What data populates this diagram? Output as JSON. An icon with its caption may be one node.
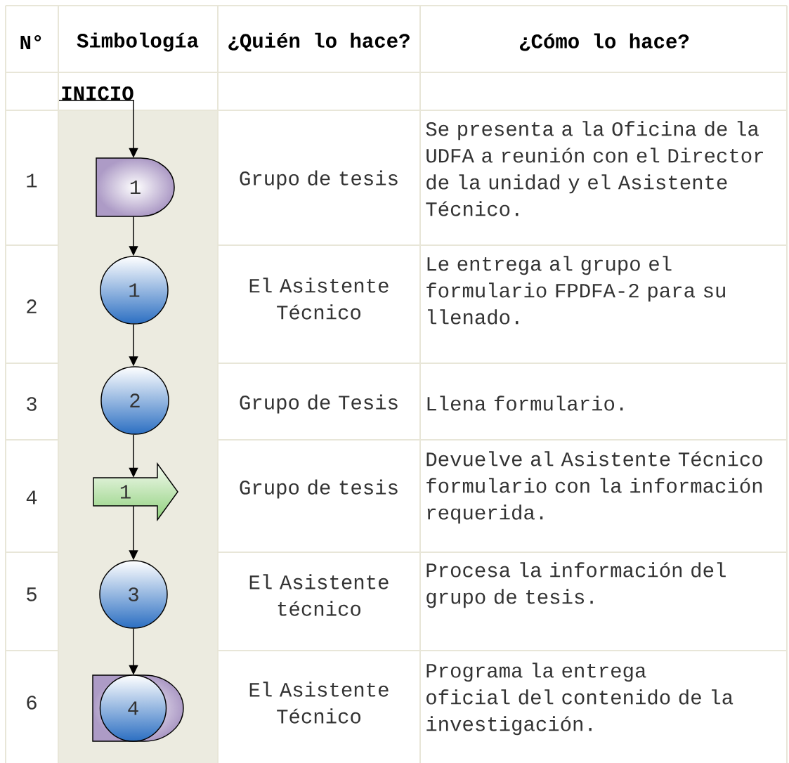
{
  "diagram": {
    "nodes": [
      {
        "text": [
          "INICIO"
        ]
      },
      {
        "text": [
          "1"
        ]
      },
      {
        "text": [
          "1"
        ]
      },
      {
        "text": [
          "2"
        ]
      },
      {
        "text": [
          "1"
        ]
      },
      {
        "text": [
          "3"
        ]
      },
      {
        "text": [],
        "shape": "box"
      },
      {
        "text": [
          "4"
        ],
        "in": 6
      }
    ],
    "edges": [
      {
        "from": 0,
        "to": 1,
        "arrow": "to"
      },
      {
        "from": 1,
        "to": 2,
        "arrow": "to"
      },
      {
        "from": 2,
        "to": 3,
        "arrow": "to"
      },
      {
        "from": 3,
        "to": 4,
        "arrow": "to"
      },
      {
        "from": 4,
        "to": 5,
        "arrow": "to"
      },
      {
        "from": 5,
        "to": 6,
        "arrow": "to"
      }
    ],
    "labels": [
      "N°",
      "Simbología",
      "¿Quién lo hace?",
      "¿Cómo lo hace?",
      "1",
      "Grupo de tesis",
      "Se presenta a la Oficina de la UDFA a reunión con el Director de la unidad y el Asistente Técnico.",
      "2",
      "El Asistente Técnico",
      "Le entrega al grupo el formulario FPDFA-2 para su llenado.",
      "3",
      "Grupo de Tesis",
      "Llena formulario.",
      "4",
      "Grupo de tesis",
      "Devuelve al Asistente Técnico formulario con la información requerida.",
      "5",
      "El Asistente técnico",
      "Procesa la información del grupo de tesis.",
      "6",
      "El Asistente Técnico",
      "Programa la entrega oficial del contenido de la investigación."
    ]
  }
}
